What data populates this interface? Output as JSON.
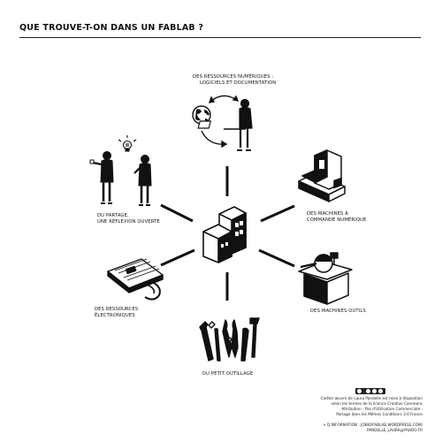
{
  "title": "QUE TROUVE-T-ON DANS UN FABLAB ?",
  "labels": {
    "numeriques": [
      "DES RESSOURCES NUMÉRIQUES :",
      "LOGICIELS ET DOCUMENTATION"
    ],
    "partage": [
      "DU PARTAGE,",
      "UNE RÉFLEXION OUVERTE"
    ],
    "commande": [
      "DES MACHINES À",
      "COMMANDE NUMÉRIQUE"
    ],
    "electroniques": [
      "DES RESSOURCES",
      "ÉLECTRONIQUES"
    ],
    "outils": [
      "DES MACHINES OUTILS"
    ],
    "outillage": [
      "DU PETIT OUTILLAGE"
    ]
  },
  "license": [
    "Ce(tte) œuvre de Laura Pandelle est mise à disposition",
    "selon les termes de la licence Creative Commons",
    "Attribution - Pas d’Utilisation Commerciale -",
    "Partage dans les Mêmes Conditions 3.0 France"
  ],
  "contact": [
    "+ D’INFORMATION : JOKKOFABLAB.WORDPRESS.COM/",
    "PANDELLE_LAURA@YAHOO.FR"
  ],
  "icons": [
    "globe-icon",
    "person-laptop-icon",
    "cycle-arrows-icon",
    "lightbulb-icon",
    "discussing-people-icon",
    "cnc-machine-icon",
    "fablab-building-icon",
    "breadboard-icon",
    "table-saw-icon",
    "hand-tools-icon"
  ],
  "colors": {
    "ink": "#111111",
    "background": "#ffffff"
  }
}
